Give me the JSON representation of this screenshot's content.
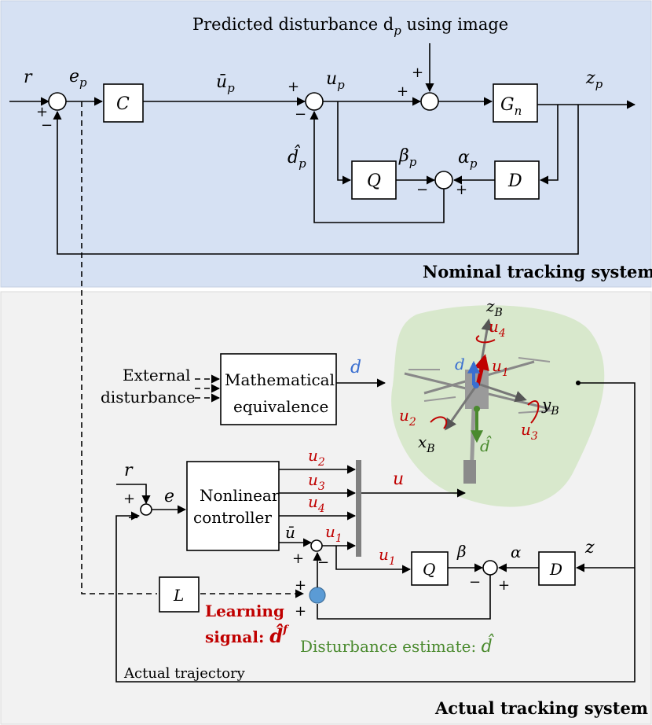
{
  "nominal_panel": {
    "title": "Nominal tracking system",
    "disturbance_label": "Predicted disturbance d",
    "disturbance_sub": "p",
    "disturbance_suffix": " using image",
    "blocks": {
      "C": "C",
      "Gn": "G",
      "Gn_sub": "n",
      "Q": "Q",
      "D": "D"
    },
    "signals": {
      "r": "r",
      "e": "e",
      "e_sub": "p",
      "ubar": "ū",
      "ubar_sub": "p",
      "u": "u",
      "u_sub": "p",
      "z": "z",
      "z_sub": "p",
      "dhat": "d̂",
      "dhat_sub": "p",
      "beta": "β",
      "beta_sub": "p",
      "alpha": "α",
      "alpha_sub": "p"
    }
  },
  "actual_panel": {
    "title": "Actual tracking system",
    "external_line1": "External",
    "external_line2": "disturbance",
    "math_line1": "Mathematical",
    "math_line2": "equivalence",
    "d_label": "d",
    "controller_line1": "Nonlinear",
    "controller_line2": "controller",
    "r": "r",
    "e": "e",
    "ubar": "ū",
    "u1": "u",
    "u1_sub": "1",
    "u2": "u",
    "u2_sub": "2",
    "u3": "u",
    "u3_sub": "3",
    "u4": "u",
    "u4_sub": "4",
    "u": "u",
    "Q": "Q",
    "D": "D",
    "L": "L",
    "beta": "β",
    "alpha": "α",
    "z": "z",
    "learning_line1": "Learning",
    "learning_line2": "signal: ",
    "learning_sym": "d̂",
    "learning_sup": "f",
    "dist_estimate": "Disturbance estimate: ",
    "dist_estimate_sym": "d̂",
    "trajectory": "Actual trajectory",
    "drone": {
      "zB": "z",
      "zB_sub": "B",
      "xB": "x",
      "xB_sub": "B",
      "yB": "y",
      "yB_sub": "B",
      "u1": "u",
      "u1_sub": "1",
      "u2": "u",
      "u2_sub": "2",
      "u3": "u",
      "u3_sub": "3",
      "u4": "u",
      "u4_sub": "4",
      "d": "d",
      "dhat": "d̂"
    }
  },
  "colors": {
    "nominal_bg": "#d6e1f3",
    "actual_bg": "#f2f2f2",
    "drone_bg": "#d8e8cc",
    "red": "#c00000",
    "blue": "#3a6fd0",
    "green": "#4a8a2e",
    "node_blue": "#5b9bd5",
    "bar_gray": "#808080"
  }
}
